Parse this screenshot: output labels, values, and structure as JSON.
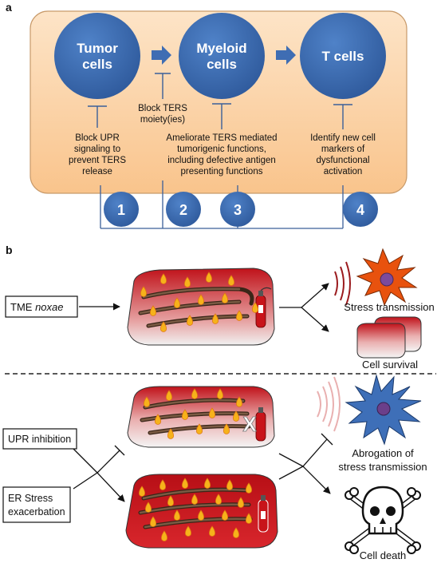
{
  "panel_a": {
    "letter": "a",
    "nodes": [
      {
        "line1": "Tumor",
        "line2": "cells"
      },
      {
        "line1": "Myeloid",
        "line2": "cells"
      },
      {
        "line1": "T cells",
        "line2": ""
      }
    ],
    "interventions": [
      {
        "lines": [
          "Block UPR",
          "signaling to",
          "prevent TERS",
          "release"
        ]
      },
      {
        "lines": [
          "Block TERS",
          "moiety(ies)"
        ]
      },
      {
        "lines": [
          "Ameliorate TERS mediated",
          "tumorigenic functions,",
          "including defective antigen",
          "presenting functions"
        ]
      },
      {
        "lines": [
          "Identify new cell",
          "markers of",
          "dysfunctional",
          "activation"
        ]
      }
    ],
    "numbers": [
      "1",
      "2",
      "3",
      "4"
    ],
    "colors": {
      "box_fill": "#fcd9b4",
      "box_stroke": "#c89a6a",
      "circle": "#3f6db3",
      "arrow": "#3f6db3"
    }
  },
  "panel_b": {
    "letter": "b",
    "top": {
      "input_label_prefix": "TME ",
      "input_label_italic": "noxae",
      "outcome_1": "Stress transmission",
      "outcome_2": "Cell survival"
    },
    "bottom": {
      "input_1": "UPR inhibition",
      "input_2_line1": "ER Stress",
      "input_2_line2": "exacerbation",
      "outcome_1_line1": "Abrogation of",
      "outcome_1_line2": "stress transmission",
      "outcome_2": "Cell death"
    },
    "colors": {
      "cell_red": "#c8141a",
      "dendritic_orange": "#e8520e",
      "dendritic_blue": "#3e6fb8",
      "flame": "#f6b21b"
    }
  }
}
